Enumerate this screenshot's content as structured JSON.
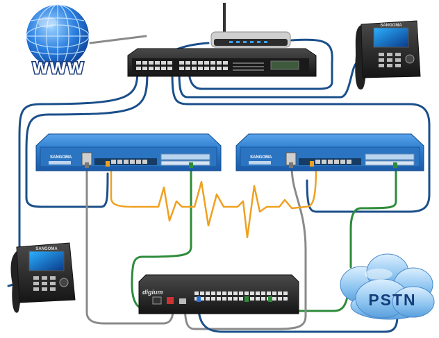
{
  "labels": {
    "internet": "WWW",
    "pstn": "PSTN",
    "server_brand": "SANGOMA",
    "phone_brand": "SANGOMA",
    "gateway_brand": "digium"
  },
  "colors": {
    "lan_cable": "#1b4f8a",
    "gray_cable": "#8a8a8a",
    "orange_cable": "#f0a020",
    "green_cable": "#2e8b3a",
    "server_blue": "#2f7fd0",
    "globe_blue": "#1f6fd6",
    "cloud_blue": "#7fb8ea",
    "device_black": "#222222"
  },
  "icons": {
    "internet": "globe-icon",
    "router": "wifi-router-icon",
    "switch": "network-switch-icon",
    "phone": "desk-phone-icon",
    "server": "rack-server-icon",
    "gateway": "telephony-gateway-icon",
    "cloud": "cloud-icon",
    "heartbeat": "lightning-link-icon"
  }
}
